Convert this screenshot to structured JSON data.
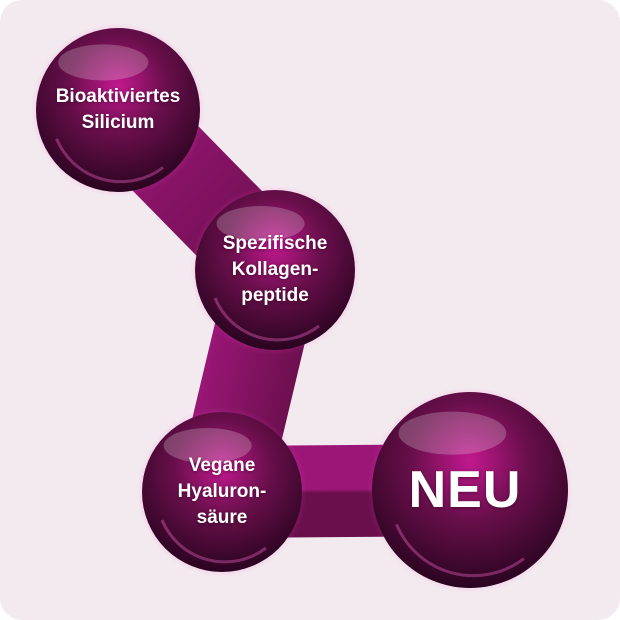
{
  "diagram": {
    "nodes": [
      {
        "id": "silicium",
        "lines": [
          "Bioaktiviertes",
          "Silicium"
        ]
      },
      {
        "id": "kollagen",
        "lines": [
          "Spezifische",
          "Kollagen-",
          "peptide"
        ]
      },
      {
        "id": "hyaluron",
        "lines": [
          "Vegane",
          "Hyaluron-",
          "säure"
        ]
      },
      {
        "id": "neu",
        "lines": [
          "NEU"
        ]
      }
    ]
  },
  "colors": {
    "background": "#f3eaf0",
    "sphere_light": "#c2188f",
    "sphere_mid": "#6a0f4c",
    "sphere_dark": "#2a0420",
    "connector": "#9c1678",
    "text": "#ffffff"
  }
}
